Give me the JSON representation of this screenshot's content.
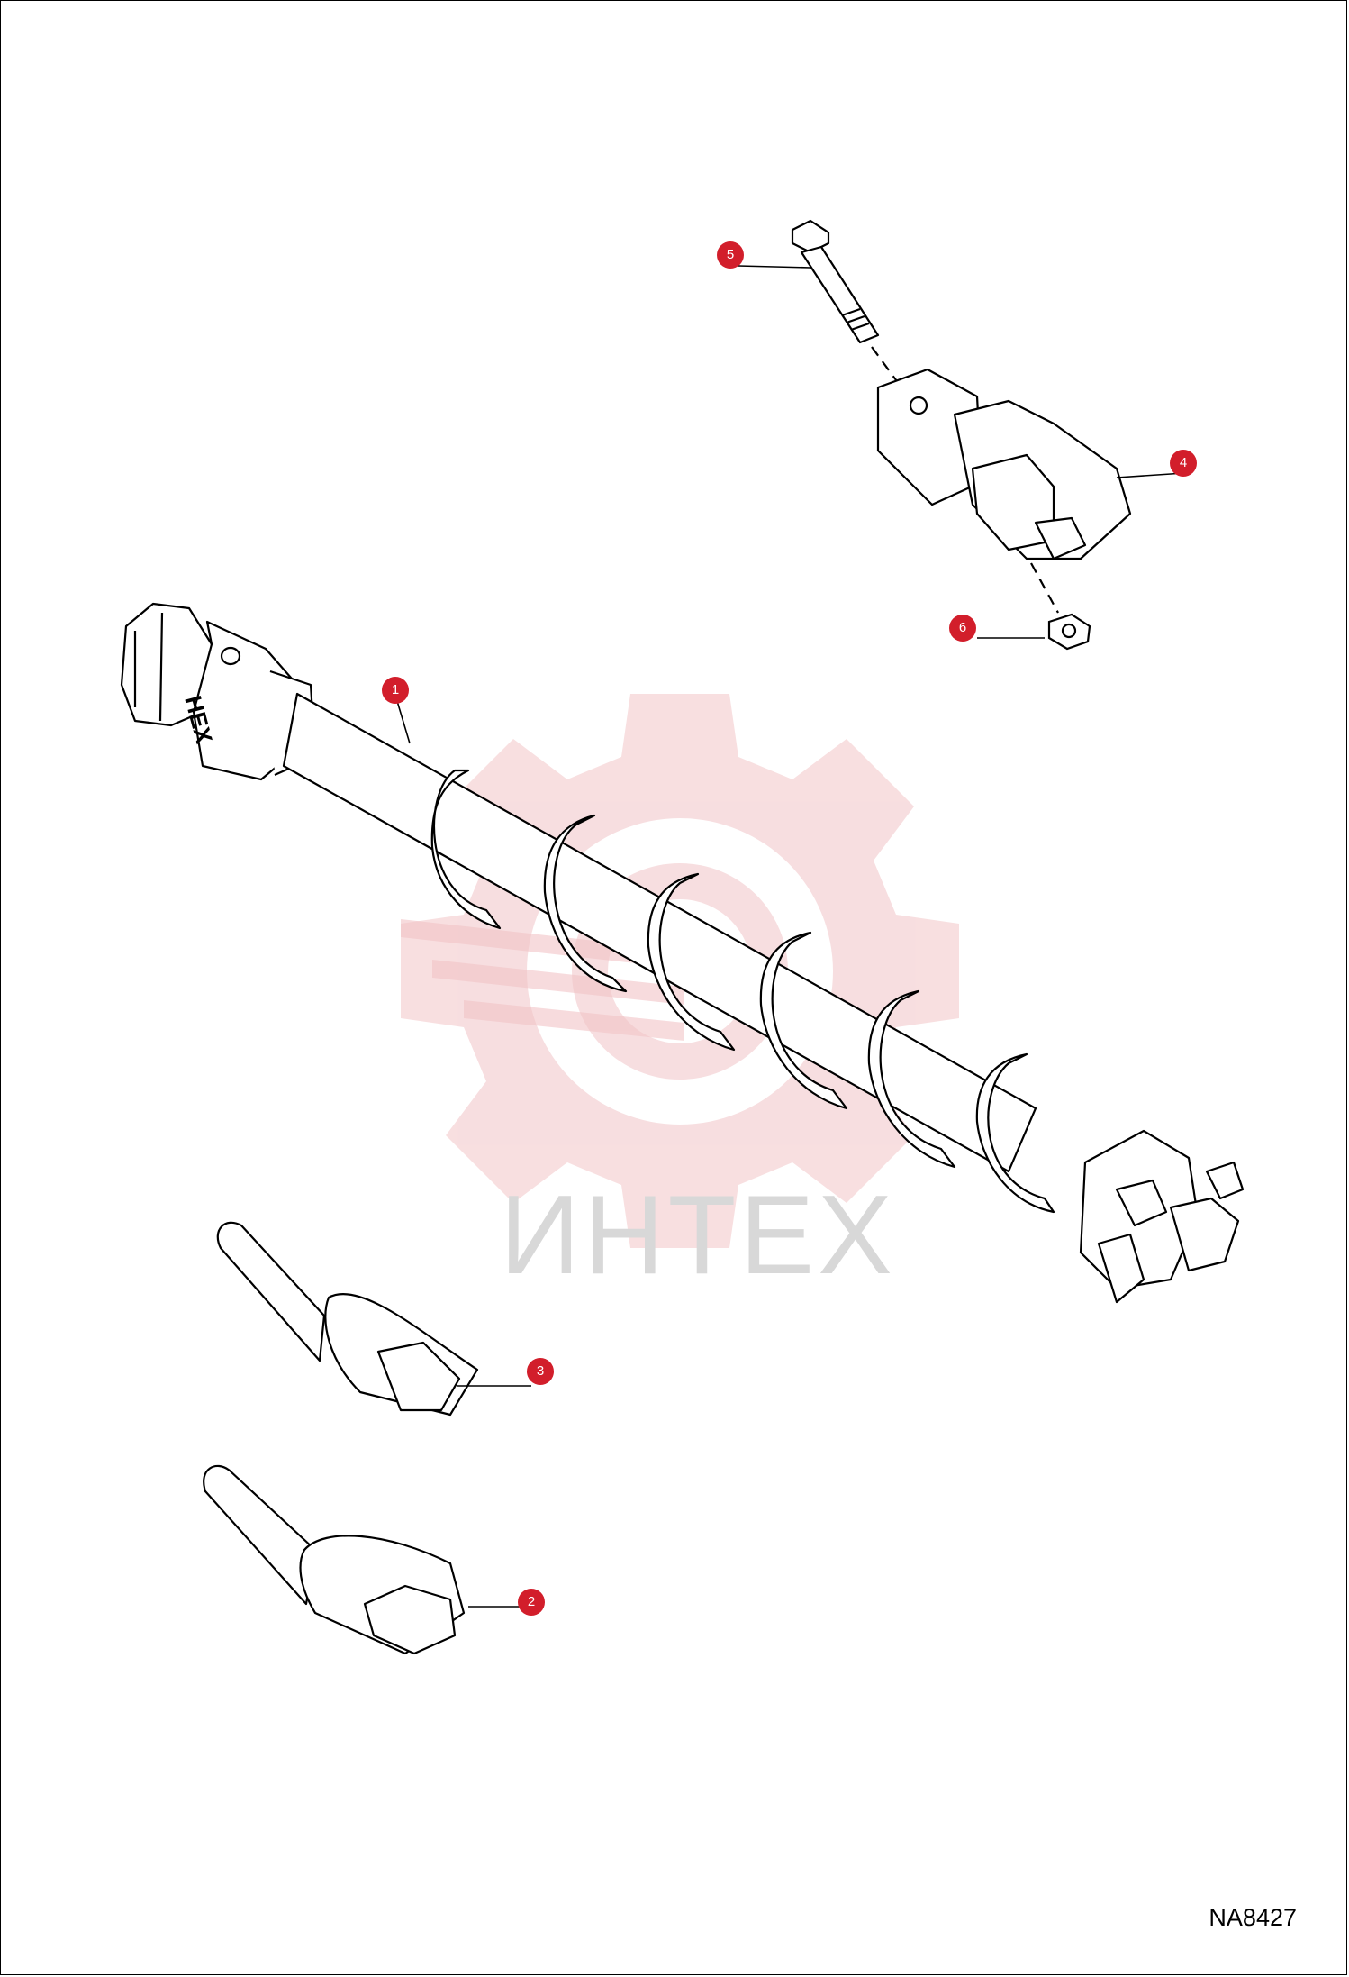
{
  "callouts": [
    {
      "id": "1",
      "label": "1"
    },
    {
      "id": "2",
      "label": "2"
    },
    {
      "id": "3",
      "label": "3"
    },
    {
      "id": "4",
      "label": "4"
    },
    {
      "id": "5",
      "label": "5"
    },
    {
      "id": "6",
      "label": "6"
    }
  ],
  "watermark": {
    "text": "ИНТЕХ"
  },
  "shaft_marking": "HEX",
  "drawing_code": "NA8427",
  "colors": {
    "callout": "#d21e2b",
    "watermark": "#f2b9bd",
    "line": "#000000"
  }
}
